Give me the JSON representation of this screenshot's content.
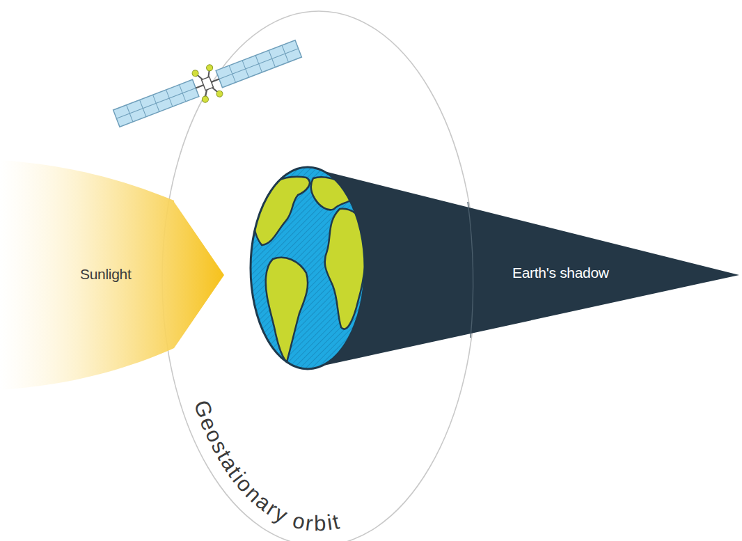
{
  "diagram": {
    "nodes": [
      {
        "text": [
          "Sunlight"
        ]
      },
      {
        "text": [
          "Earth's shadow"
        ]
      }
    ],
    "labels": [
      "Geostationary orbit"
    ]
  }
}
